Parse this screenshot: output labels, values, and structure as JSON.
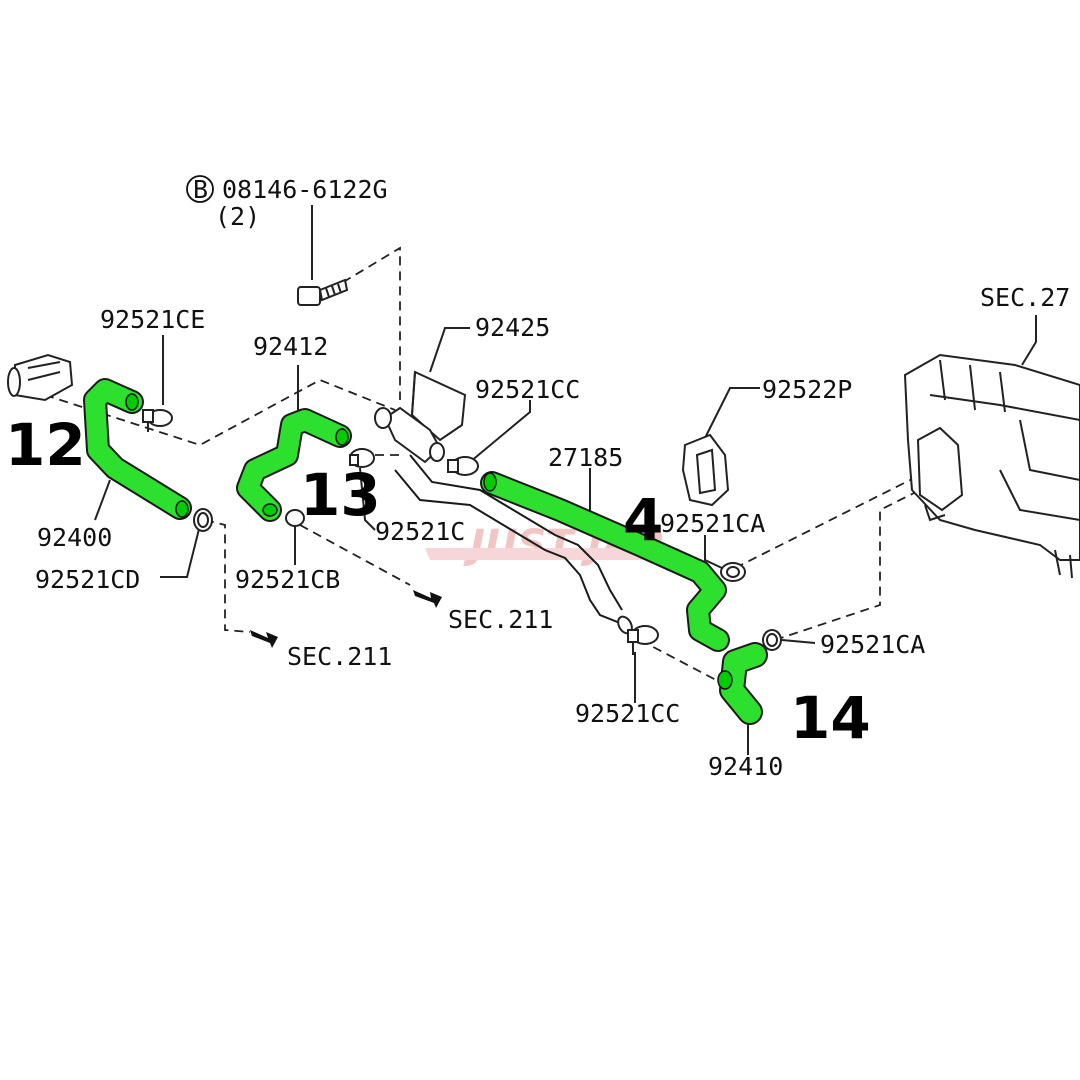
{
  "diagram": {
    "accent_color": "#2ee02e",
    "outline_color": "#222222",
    "labels": {
      "bolt": "08146-6122G",
      "bolt_circle": "B",
      "bolt_qty": "(2)",
      "p92521CE": "92521CE",
      "p92412": "92412",
      "p92425": "92425",
      "p92521CC_top": "92521CC",
      "p92522P": "92522P",
      "sec27": "SEC.27",
      "p27185": "27185",
      "p92521CA_upper": "92521CA",
      "p92521C": "92521C",
      "p92400": "92400",
      "p92521CD": "92521CD",
      "p92521CB": "92521CB",
      "sec211_mid": "SEC.211",
      "sec211_left": "SEC.211",
      "p92521CA_lower": "92521CA",
      "p92521CC_bottom": "92521CC",
      "p92410": "92410"
    },
    "refs": {
      "r12": "12",
      "r13": "13",
      "r4": "4",
      "r14": "14"
    },
    "watermark": "JUST JAP"
  }
}
